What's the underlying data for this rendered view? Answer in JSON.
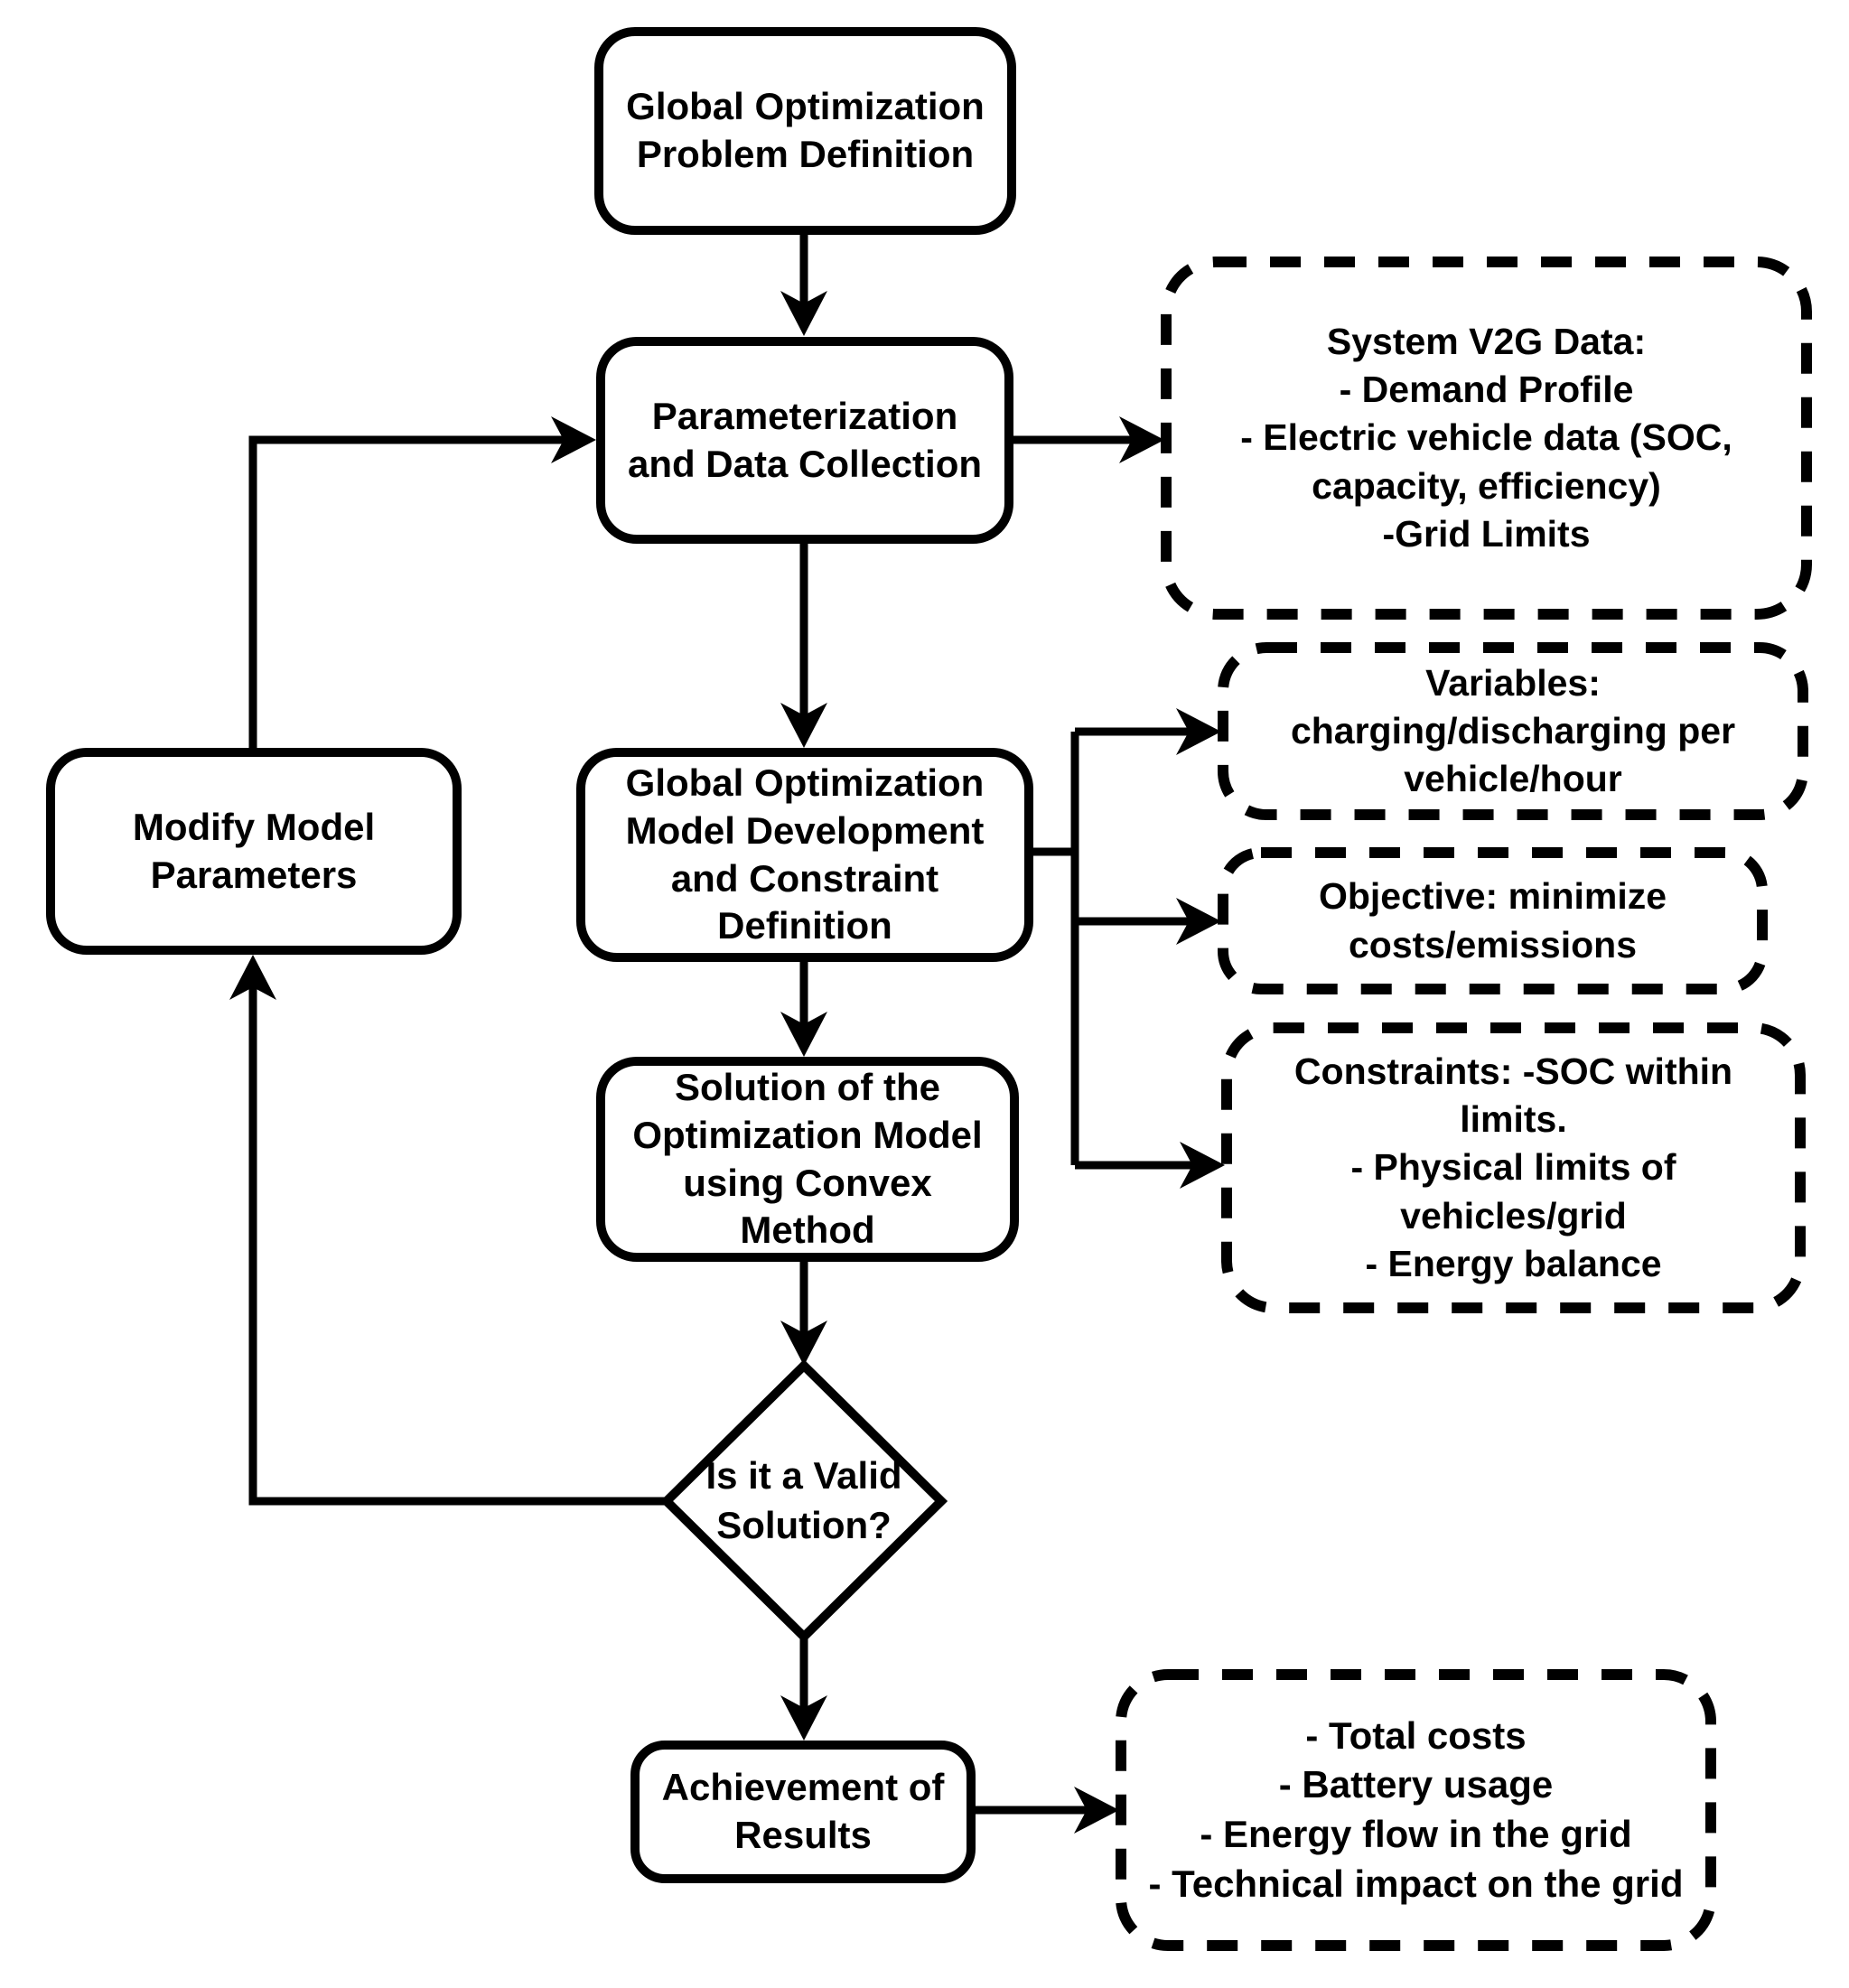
{
  "nodes": {
    "problem_definition": {
      "lines": [
        "Global Optimization",
        "Problem Definition"
      ]
    },
    "parameterization": {
      "lines": [
        "Parameterization",
        "and Data Collection"
      ]
    },
    "model_development": {
      "lines": [
        "Global Optimization",
        "Model Development",
        "and Constraint",
        "Definition"
      ]
    },
    "solution_method": {
      "lines": [
        "Solution of the",
        "Optimization Model",
        "using Convex",
        "Method"
      ]
    },
    "valid_solution_decision": {
      "lines": [
        "Is it a Valid",
        "Solution?"
      ]
    },
    "achievement_results": {
      "lines": [
        "Achievement of",
        "Results"
      ]
    },
    "modify_parameters": {
      "lines": [
        "Modify Model",
        "Parameters"
      ]
    },
    "system_v2g_data": {
      "lines": [
        "System V2G Data:",
        "- Demand Profile",
        "- Electric vehicle data (SOC,",
        "capacity, efficiency)",
        "-Grid Limits"
      ]
    },
    "variables": {
      "lines": [
        "Variables:",
        "charging/discharging per",
        "vehicle/hour"
      ]
    },
    "objective": {
      "lines": [
        "Objective: minimize",
        "costs/emissions"
      ]
    },
    "constraints": {
      "lines": [
        "Constraints: -SOC within",
        "limits.",
        "- Physical limits of",
        "vehicles/grid",
        "- Energy balance"
      ]
    },
    "results_outputs": {
      "lines": [
        "- Total costs",
        "- Battery usage",
        "- Energy flow in the grid",
        "- Technical impact on the grid"
      ]
    }
  },
  "colors": {
    "ink": "#000000",
    "background": "#ffffff"
  }
}
